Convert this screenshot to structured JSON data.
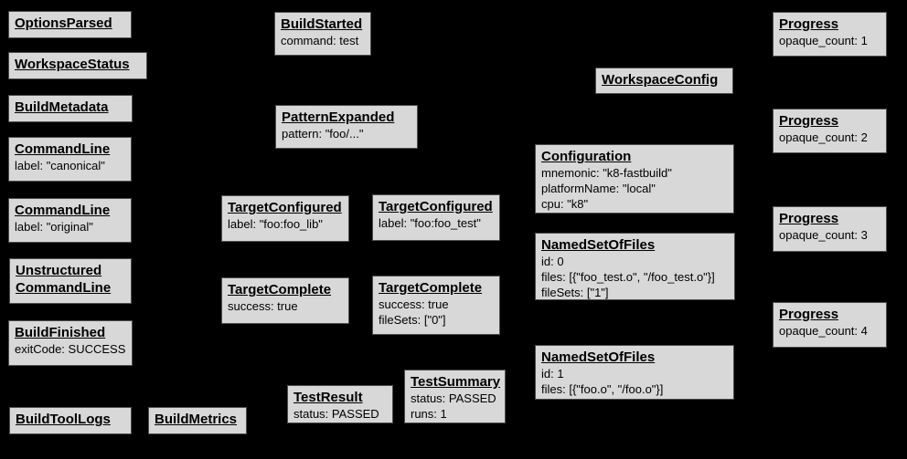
{
  "diagram": {
    "description": "Build event protocol event graph",
    "background_color": "#000000",
    "node_fill_color": "#d8d8d8",
    "node_border_color": "#4d4d4d",
    "node_text_color": "#000000"
  },
  "nodes": [
    {
      "title": "OptionsParsed",
      "lines": []
    },
    {
      "title": "WorkspaceStatus",
      "lines": []
    },
    {
      "title": "BuildMetadata",
      "lines": []
    },
    {
      "title": "CommandLine",
      "lines": [
        "label: \"canonical\""
      ]
    },
    {
      "title": "CommandLine",
      "lines": [
        "label: \"original\""
      ]
    },
    {
      "title": "Unstructured\nCommandLine",
      "lines": []
    },
    {
      "title": "BuildFinished",
      "lines": [
        "exitCode: SUCCESS"
      ]
    },
    {
      "title": "BuildToolLogs",
      "lines": []
    },
    {
      "title": "BuildMetrics",
      "lines": []
    },
    {
      "title": "BuildStarted",
      "lines": [
        "command: test"
      ]
    },
    {
      "title": "PatternExpanded",
      "lines": [
        "pattern: \"foo/...\""
      ]
    },
    {
      "title": "TargetConfigured",
      "lines": [
        "label: \"foo:foo_lib\""
      ]
    },
    {
      "title": "TargetConfigured",
      "lines": [
        "label: \"foo:foo_test\""
      ]
    },
    {
      "title": "TargetComplete",
      "lines": [
        "success: true"
      ]
    },
    {
      "title": "TargetComplete",
      "lines": [
        "success: true",
        "fileSets: [\"0\"]"
      ]
    },
    {
      "title": "TestResult",
      "lines": [
        "status: PASSED"
      ]
    },
    {
      "title": "TestSummary",
      "lines": [
        "status: PASSED",
        "runs: 1"
      ]
    },
    {
      "title": "WorkspaceConfig",
      "lines": []
    },
    {
      "title": "Configuration",
      "lines": [
        "mnemonic: \"k8-fastbuild\"",
        "platformName: \"local\"",
        "cpu: \"k8\""
      ]
    },
    {
      "title": "NamedSetOfFiles",
      "lines": [
        "id: 0",
        "files: [{\"foo_test.o\", \"/foo_test.o\"}]",
        "fileSets: [\"1\"]"
      ]
    },
    {
      "title": "NamedSetOfFiles",
      "lines": [
        "id: 1",
        "files: [{\"foo.o\", \"/foo.o\"}]"
      ]
    },
    {
      "title": "Progress",
      "lines": [
        "opaque_count: 1"
      ]
    },
    {
      "title": "Progress",
      "lines": [
        "opaque_count: 2"
      ]
    },
    {
      "title": "Progress",
      "lines": [
        "opaque_count: 3"
      ]
    },
    {
      "title": "Progress",
      "lines": [
        "opaque_count: 4"
      ]
    }
  ]
}
